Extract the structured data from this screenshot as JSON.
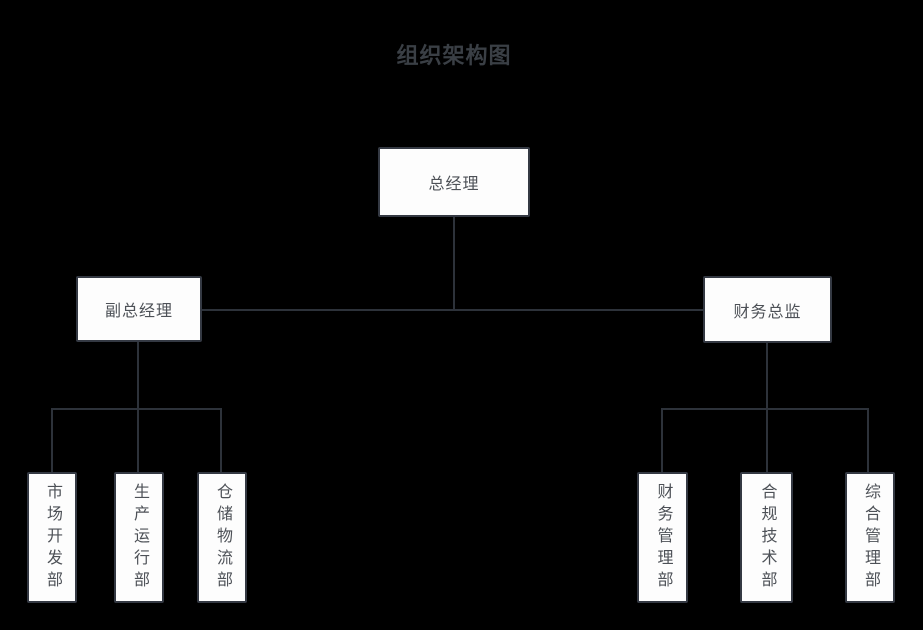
{
  "title": "组织架构图",
  "colors": {
    "background": "#000000",
    "node_fill": "#fdfdfd",
    "node_border": "#343943",
    "connector": "#2d323a",
    "node_text": "#4d5157",
    "title_text": "#3a3f45"
  },
  "nodes": {
    "ceo": {
      "label": "总经理"
    },
    "deputy_gm": {
      "label": "副总经理"
    },
    "finance_director": {
      "label": "财务总监"
    },
    "market_dev": {
      "label": "市场开发部"
    },
    "production_ops": {
      "label": "生产运行部"
    },
    "warehouse_logistics": {
      "label": "仓储物流部"
    },
    "finance_mgmt": {
      "label": "财务管理部"
    },
    "compliance_tech": {
      "label": "合规技术部"
    },
    "general_mgmt": {
      "label": "综合管理部"
    }
  },
  "hierarchy": [
    {
      "parent": "总经理",
      "children": [
        "副总经理",
        "财务总监"
      ]
    },
    {
      "parent": "副总经理",
      "children": [
        "市场开发部",
        "生产运行部",
        "仓储物流部"
      ]
    },
    {
      "parent": "财务总监",
      "children": [
        "财务管理部",
        "合规技术部",
        "综合管理部"
      ]
    }
  ]
}
